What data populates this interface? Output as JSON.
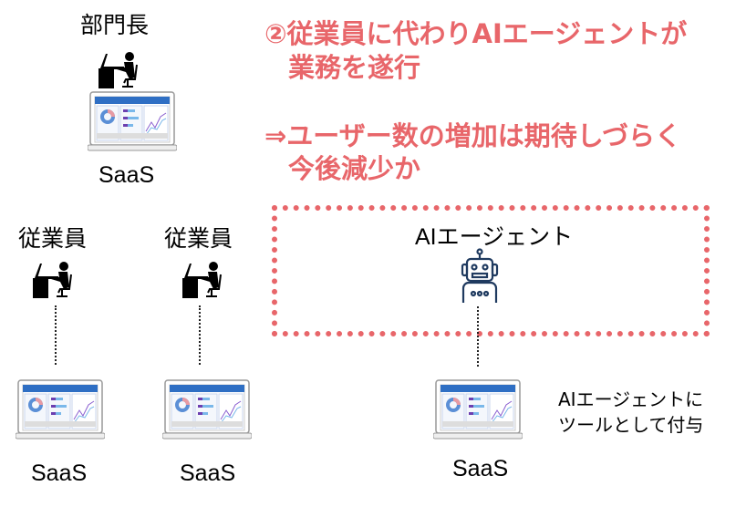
{
  "colors": {
    "accent": "#E8666A",
    "screen_blue": "#2F6FC4"
  },
  "manager": {
    "label": "部門長",
    "saas": "SaaS"
  },
  "employees": [
    {
      "label": "従業員",
      "saas": "SaaS"
    },
    {
      "label": "従業員",
      "saas": "SaaS"
    }
  ],
  "headline": {
    "line1": "②従業員に代わりAIエージェントが",
    "line2": "業務を遂行"
  },
  "conclusion": {
    "line1": "⇒ユーザー数の増加は期待しづらく",
    "line2": "今後減少か"
  },
  "agent": {
    "label": "AIエージェント",
    "saas": "SaaS",
    "note_line1": "AIエージェントに",
    "note_line2": "ツールとして付与"
  }
}
